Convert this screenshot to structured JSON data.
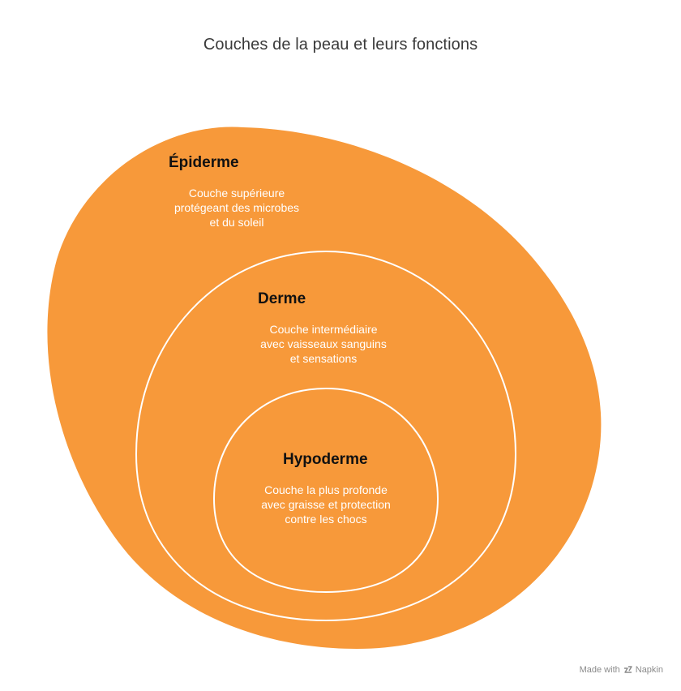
{
  "title": "Couches de la peau et leurs fonctions",
  "colors": {
    "fill": "#f7993a",
    "outline": "#ffffff"
  },
  "layers": [
    {
      "name": "Épiderme",
      "description": "Couche supérieure\nprotégeant des microbes\net du soleil"
    },
    {
      "name": "Derme",
      "description": "Couche intermédiaire\navec vaisseaux sanguins\net sensations"
    },
    {
      "name": "Hypoderme",
      "description": "Couche la plus profonde\navec graisse et protection\ncontre les chocs"
    }
  ],
  "credit": {
    "prefix": "Made with",
    "brand": "Napkin",
    "icon": "napkin-logo-icon"
  }
}
